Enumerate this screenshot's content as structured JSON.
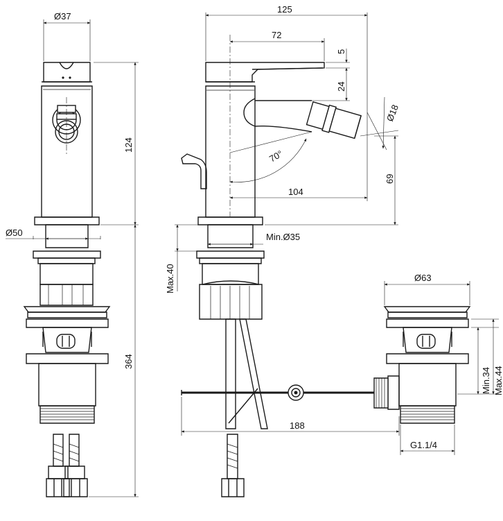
{
  "dimensions": {
    "d37": "Ø37",
    "d50": "Ø50",
    "h124": "124",
    "h364": "364",
    "w125": "125",
    "w72": "72",
    "v5": "5",
    "v24": "24",
    "d18": "Ø18",
    "angle70": "70°",
    "w104": "104",
    "v69": "69",
    "min35": "Min.Ø35",
    "max40": "Max.40",
    "d63": "Ø63",
    "min34": "Min.34",
    "max44": "Max.44",
    "w188": "188",
    "thread": "G1.1/4"
  }
}
